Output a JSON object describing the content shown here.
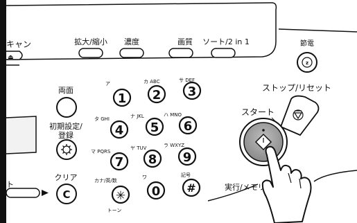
{
  "panel": {
    "top_edge_label": "キャン",
    "center_edge_label": "ト",
    "function_buttons": [
      {
        "label": "拡大/縮小"
      },
      {
        "label": "濃度"
      },
      {
        "label": "画質"
      },
      {
        "label": "ソート/2 in 1"
      }
    ],
    "energy_saver": {
      "label": "節電"
    },
    "stop_reset": {
      "label": "ストップ/リセット"
    },
    "start": {
      "label": "スタート"
    },
    "execute_memory": {
      "label": "実行/メモリ"
    },
    "duplex": {
      "label": "両面"
    },
    "settings": {
      "label_line1": "初期設定/",
      "label_line2": "登録"
    },
    "clear": {
      "label": "クリア",
      "key": "C"
    },
    "keypad": [
      {
        "key": "1",
        "sub": "ア"
      },
      {
        "key": "2",
        "sub": "カ ABC"
      },
      {
        "key": "3",
        "sub": "サ DEF"
      },
      {
        "key": "4",
        "sub": "タ GHI"
      },
      {
        "key": "5",
        "sub": "ナ JKL"
      },
      {
        "key": "6",
        "sub": "ハ MNO"
      },
      {
        "key": "7",
        "sub": "マ PQRS"
      },
      {
        "key": "8",
        "sub": "ヤ TUV"
      },
      {
        "key": "9",
        "sub": "ラ WXYZ"
      },
      {
        "key": "✳",
        "sub": "カナ/英/数",
        "sub_below": "トーン"
      },
      {
        "key": "0",
        "sub": "ワ"
      },
      {
        "key": "#",
        "sub": "記号"
      }
    ]
  }
}
